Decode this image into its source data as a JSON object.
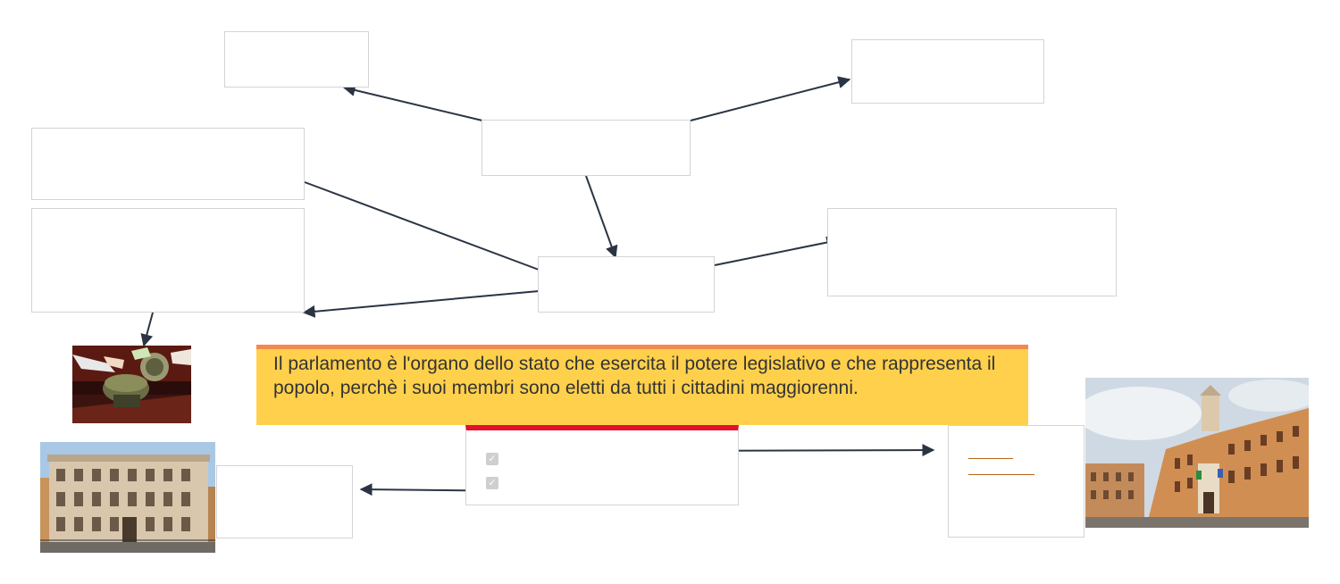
{
  "callout": {
    "text": "Il parlamento è l'organo dello stato che esercita il potere legislativo e che rappresenta il popolo, perchè i suoi membri sono eletti da tutti i cittadini maggiorenni."
  },
  "checklist": {
    "items": [
      {
        "label": "",
        "checked": true
      },
      {
        "label": "",
        "checked": true
      }
    ]
  },
  "photos": {
    "ballot_urn": "voting-urn-photo",
    "palazzo_madama": "palazzo-madama-photo",
    "montecitorio": "palazzo-montecitorio-photo"
  },
  "colors": {
    "callout_background": "#ffd04c",
    "callout_top_border": "#f2894d",
    "checklist_top_border": "#e4102a",
    "arrow": "#2b3444",
    "link_underline": "#b8661a"
  }
}
